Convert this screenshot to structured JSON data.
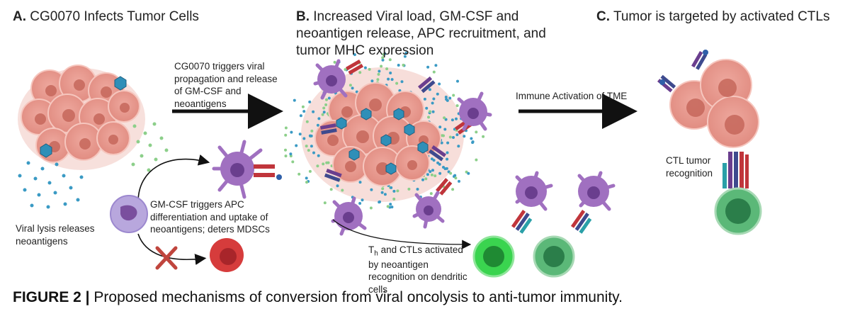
{
  "panels": [
    {
      "letter": "A.",
      "title": "CG0070 Infects Tumor Cells"
    },
    {
      "letter": "B.",
      "title": "Increased Viral load, GM-CSF and neoantigen release, APC recruitment, and tumor MHC expression"
    },
    {
      "letter": "C.",
      "title": "Tumor is targeted by activated CTLs"
    }
  ],
  "labels": {
    "arrow_a_b": "CG0070 triggers viral propagation and release of GM-CSF and neoantigens",
    "viral_lysis": "Viral lysis releases neoantigens",
    "gm_csf": "GM-CSF triggers APC differentiation and uptake of neoantigens; deters MDSCs",
    "immune_activation": "Immune Activation of TME",
    "th_ctl_prefix": "T",
    "th_ctl_sub": "h",
    "th_ctl_rest": " and CTLs activated by neoantigen recognition on dendritic cells",
    "ctl_recognition": "CTL tumor recognition"
  },
  "caption": {
    "figure": "FIGURE 2 |",
    "text": " Proposed mechanisms of conversion from viral oncolysis to anti-tumor immunity."
  },
  "colors": {
    "tumor": "#e8958a",
    "tumor_dark": "#c9685c",
    "virus": "#2f8fb8",
    "apc": "#a070c0",
    "mdsc": "#d63c3c",
    "tcell_bright": "#3ad44f",
    "tcell_muted": "#5bb878",
    "arrow": "#111111"
  }
}
